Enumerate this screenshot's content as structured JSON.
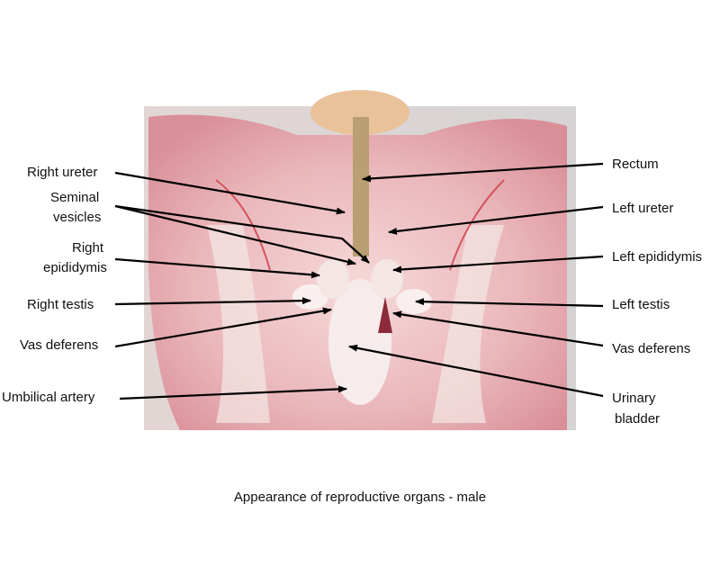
{
  "labels_left": {
    "right_ureter": "Right ureter",
    "seminal_1": "Seminal",
    "seminal_2": "vesicles",
    "right_epid_1": "Right",
    "right_epid_2": "epididymis",
    "right_testis": "Right testis",
    "vas_deferens": "Vas deferens",
    "umbilical_artery": "Umbilical artery"
  },
  "labels_right": {
    "rectum": "Rectum",
    "left_ureter": "Left ureter",
    "left_epididymis": "Left epididymis",
    "left_testis": "Left testis",
    "vas_deferens": "Vas deferens",
    "urinary_1": "Urinary",
    "urinary_2": "bladder"
  },
  "caption": "Appearance of reproductive organs - male"
}
